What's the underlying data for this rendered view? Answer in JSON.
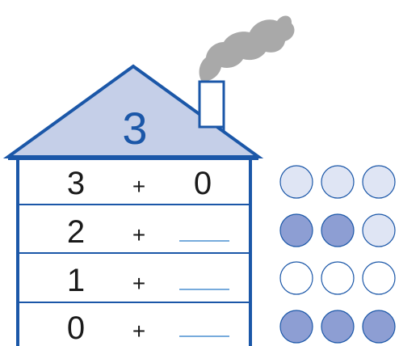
{
  "house": {
    "roof_number": "3",
    "rows": [
      {
        "left": "3",
        "op": "+",
        "right": "0",
        "blank": false
      },
      {
        "left": "2",
        "op": "+",
        "right": "",
        "blank": true
      },
      {
        "left": "1",
        "op": "+",
        "right": "",
        "blank": true
      },
      {
        "left": "0",
        "op": "+",
        "right": "",
        "blank": true
      }
    ]
  },
  "dots": [
    [
      "light",
      "light",
      "light"
    ],
    [
      "filled",
      "filled",
      "light"
    ],
    [
      "empty",
      "empty",
      "empty"
    ],
    [
      "filled",
      "filled",
      "filled"
    ]
  ],
  "colors": {
    "outline": "#1b57a8",
    "roof_fill": "#c5cfe8",
    "dot_light": "#dfe5f4",
    "dot_filled": "#8d9ed3",
    "dot_empty": "#ffffff",
    "smoke": "#a9a9a9",
    "blank_line": "#4a8fd0"
  }
}
